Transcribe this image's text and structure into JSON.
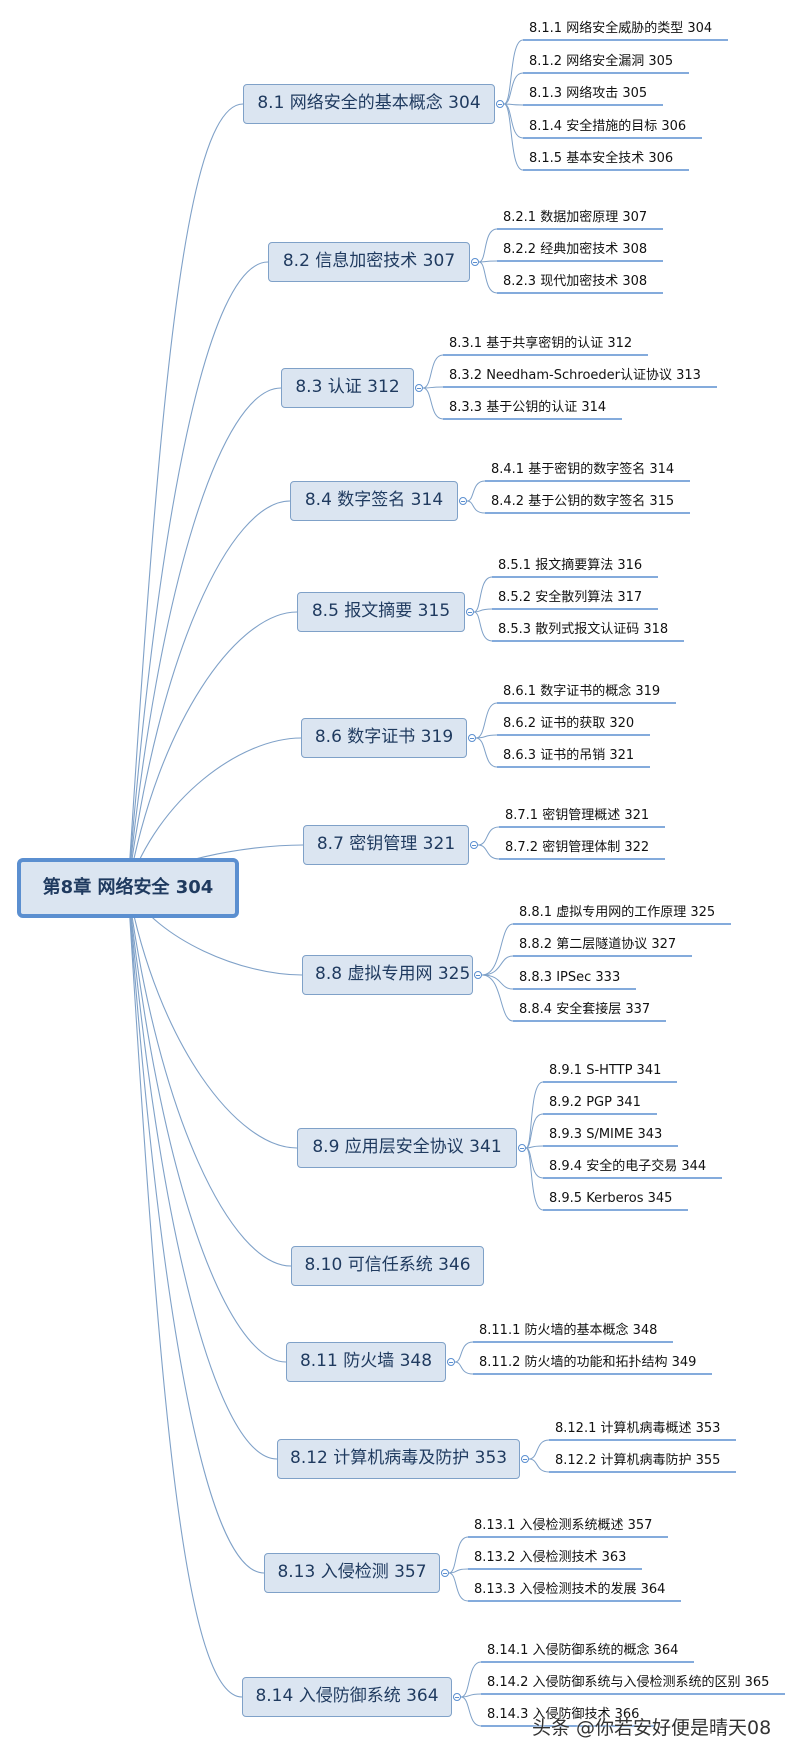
{
  "root": {
    "label": "第8章  网络安全 304"
  },
  "sections": [
    {
      "label": "8.1  网络安全的基本概念 304",
      "children": [
        "8.1.1  网络安全威胁的类型 304",
        "8.1.2  网络安全漏洞 305",
        "8.1.3  网络攻击 305",
        "8.1.4  安全措施的目标 306",
        "8.1.5  基本安全技术 306"
      ]
    },
    {
      "label": "8.2  信息加密技术 307",
      "children": [
        "8.2.1  数据加密原理 307",
        "8.2.2  经典加密技术 308",
        "8.2.3  现代加密技术 308"
      ]
    },
    {
      "label": "8.3  认证 312",
      "children": [
        "8.3.1  基于共享密钥的认证 312",
        "8.3.2  Needham-Schroeder认证协议 313",
        "8.3.3  基于公钥的认证 314"
      ]
    },
    {
      "label": "8.4  数字签名 314",
      "children": [
        "8.4.1  基于密钥的数字签名 314",
        "8.4.2  基于公钥的数字签名 315"
      ]
    },
    {
      "label": "8.5  报文摘要 315",
      "children": [
        "8.5.1  报文摘要算法 316",
        "8.5.2  安全散列算法 317",
        "8.5.3  散列式报文认证码 318"
      ]
    },
    {
      "label": "8.6  数字证书 319",
      "children": [
        "8.6.1  数字证书的概念 319",
        "8.6.2  证书的获取 320",
        "8.6.3  证书的吊销 321"
      ]
    },
    {
      "label": "8.7  密钥管理 321",
      "children": [
        "8.7.1  密钥管理概述 321",
        "8.7.2  密钥管理体制 322"
      ]
    },
    {
      "label": "8.8  虚拟专用网 325",
      "children": [
        "8.8.1  虚拟专用网的工作原理 325",
        "8.8.2  第二层隧道协议 327",
        "8.8.3  IPSec 333",
        "8.8.4  安全套接层 337"
      ]
    },
    {
      "label": "8.9  应用层安全协议 341",
      "children": [
        "8.9.1  S-HTTP 341",
        "8.9.2  PGP 341",
        "8.9.3  S/MIME 343",
        "8.9.4  安全的电子交易 344",
        "8.9.5  Kerberos 345"
      ]
    },
    {
      "label": "8.10  可信任系统 346",
      "children": []
    },
    {
      "label": "8.11  防火墙 348",
      "children": [
        "8.11.1  防火墙的基本概念 348",
        "8.11.2  防火墙的功能和拓扑结构 349"
      ]
    },
    {
      "label": "8.12  计算机病毒及防护 353",
      "children": [
        "8.12.1  计算机病毒概述 353",
        "8.12.2 计算机病毒防护 355"
      ]
    },
    {
      "label": "8.13  入侵检测 357",
      "children": [
        "8.13.1  入侵检测系统概述 357",
        "8.13.2  入侵检测技术 363",
        "8.13.3  入侵检测技术的发展 364"
      ]
    },
    {
      "label": "8.14  入侵防御系统 364",
      "children": [
        "8.14.1  入侵防御系统的概念 364",
        "8.14.2  入侵防御系统与入侵检测系统的区别 365",
        "8.14.3  入侵防御技术 366"
      ]
    }
  ],
  "watermark": "头条 @你若安好便是晴天08",
  "colors": {
    "line": "#7fa1c8",
    "node_fill": "#dbe5f1",
    "node_border": "#7fa1c8",
    "root_border": "#5b8fd0",
    "underline": "#5b8fd0"
  }
}
